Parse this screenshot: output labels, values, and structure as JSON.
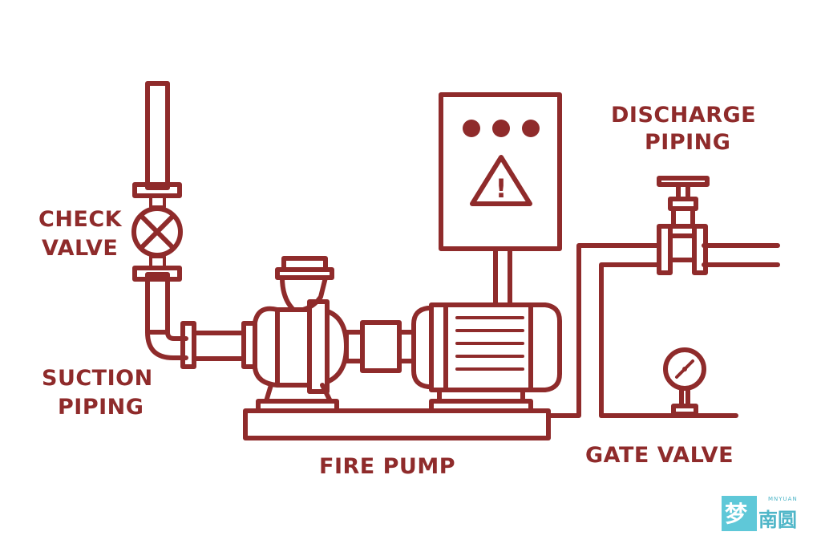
{
  "colors": {
    "line": "#8f2b2b",
    "background": "#ffffff",
    "logo": "#5fc8d8"
  },
  "labels": {
    "check_valve_line1": "CHECK",
    "check_valve_line2": "VALVE",
    "suction_line1": "SUCTION",
    "suction_line2": "PIPING",
    "fire_pump": "FIRE PUMP",
    "discharge_line1": "DISCHARGE",
    "discharge_line2": "PIPING",
    "gate_valve": "GATE VALVE"
  },
  "control_panel": {
    "icon": "warning-triangle-icon",
    "symbol": "!"
  },
  "watermark": {
    "char1": "梦",
    "char2": "南圆",
    "small": "MNYUAN"
  }
}
